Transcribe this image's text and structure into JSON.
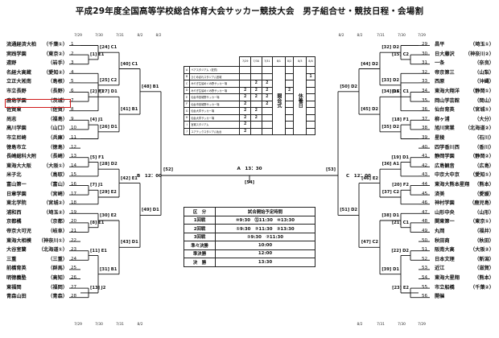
{
  "title": "平成29年度全国高等学校総合体育大会サッカー競技大会　男子組合せ・競技日程・会場割",
  "dates_top_left": [
    "7/29",
    "7/30",
    "7/31",
    "8/2",
    "8/2"
  ],
  "dates_top_right": [
    "8/2",
    "8/2",
    "7/31",
    "7/30",
    "7/29"
  ],
  "dates_bottom_left": [
    "7/29",
    "7/30",
    "7/31",
    "8/2"
  ],
  "dates_bottom_right": [
    "8/2",
    "7/31",
    "7/30",
    "7/29"
  ],
  "left_teams": [
    {
      "n": "1",
      "team": "流通経済大柏",
      "pref": "（千葉①）"
    },
    {
      "n": "2",
      "team": "実践学園",
      "pref": "（東京②）"
    },
    {
      "n": "3",
      "team": "遠野",
      "pref": "（岩手）"
    },
    {
      "n": "4",
      "team": "名経大高蔵",
      "pref": "（愛知②）"
    },
    {
      "n": "5",
      "team": "立正大淞南",
      "pref": "（島根）"
    },
    {
      "n": "6",
      "team": "市立長野",
      "pref": "（長野）"
    },
    {
      "n": "7",
      "team": "鹿島学園",
      "pref": "（茨城）"
    },
    {
      "n": "8",
      "team": "佐賀東",
      "pref": "（佐賀）"
    },
    {
      "n": "9",
      "team": "尚志",
      "pref": "（福島）"
    },
    {
      "n": "10",
      "team": "高川学園",
      "pref": "（山口）"
    },
    {
      "n": "11",
      "team": "市立尼崎",
      "pref": "（兵庫）"
    },
    {
      "n": "12",
      "team": "徳島市立",
      "pref": "（徳島）"
    },
    {
      "n": "13",
      "team": "長崎総科大附",
      "pref": "（長崎）"
    },
    {
      "n": "14",
      "team": "東海大大阪",
      "pref": "（大阪①）"
    },
    {
      "n": "15",
      "team": "米子北",
      "pref": "（鳥取）"
    },
    {
      "n": "16",
      "team": "富山第一",
      "pref": "（富山）"
    },
    {
      "n": "17",
      "team": "日章学園",
      "pref": "（宮崎）"
    },
    {
      "n": "18",
      "team": "東北学院",
      "pref": "（宮城②）"
    },
    {
      "n": "19",
      "team": "浦和西",
      "pref": "（埼玉②）"
    },
    {
      "n": "20",
      "team": "京都橘",
      "pref": "（京都）"
    },
    {
      "n": "21",
      "team": "帝京大可児",
      "pref": "（岐阜）"
    },
    {
      "n": "22",
      "team": "東海大相模",
      "pref": "（神奈川①）"
    },
    {
      "n": "23",
      "team": "大谷室蘭",
      "pref": "（北海道①）"
    },
    {
      "n": "24",
      "team": "三重",
      "pref": "（三重）"
    },
    {
      "n": "25",
      "team": "前橋育英",
      "pref": "（群馬）"
    },
    {
      "n": "26",
      "team": "明徳義塾",
      "pref": "（高知）"
    },
    {
      "n": "27",
      "team": "東福岡",
      "pref": "（福岡）"
    },
    {
      "n": "28",
      "team": "青森山田",
      "pref": "（青森）"
    }
  ],
  "right_teams": [
    {
      "n": "29",
      "team": "昌平",
      "pref": "（埼玉①）"
    },
    {
      "n": "30",
      "team": "日大藤沢",
      "pref": "（神奈川②）"
    },
    {
      "n": "31",
      "team": "一条",
      "pref": "（奈良）"
    },
    {
      "n": "32",
      "team": "帝京第三",
      "pref": "（山梨）"
    },
    {
      "n": "33",
      "team": "西原",
      "pref": "（沖縄）"
    },
    {
      "n": "34",
      "team": "東海大翔洋",
      "pref": "（静岡①）"
    },
    {
      "n": "35",
      "team": "岡山学芸館",
      "pref": "（岡山）"
    },
    {
      "n": "36",
      "team": "仙台育英",
      "pref": "（宮城①）"
    },
    {
      "n": "37",
      "team": "柳ヶ浦",
      "pref": "（大分）"
    },
    {
      "n": "38",
      "team": "旭川実業",
      "pref": "（北海道②）"
    },
    {
      "n": "39",
      "team": "星稜",
      "pref": "（石川）"
    },
    {
      "n": "40",
      "team": "四学香川西",
      "pref": "（香川）"
    },
    {
      "n": "41",
      "team": "静岡学園",
      "pref": "（静岡②）"
    },
    {
      "n": "42",
      "team": "広島観音",
      "pref": "（広島）"
    },
    {
      "n": "43",
      "team": "中京大中京",
      "pref": "（愛知①）"
    },
    {
      "n": "44",
      "team": "東海大熊本星翔",
      "pref": "（熊本）"
    },
    {
      "n": "45",
      "team": "済美",
      "pref": "（愛媛）"
    },
    {
      "n": "46",
      "team": "神村学園",
      "pref": "（鹿児島）"
    },
    {
      "n": "47",
      "team": "山形中央",
      "pref": "（山形）"
    },
    {
      "n": "48",
      "team": "関東第一",
      "pref": "（東京①）"
    },
    {
      "n": "49",
      "team": "丸岡",
      "pref": "（福井）"
    },
    {
      "n": "50",
      "team": "秋田商",
      "pref": "（秋田）"
    },
    {
      "n": "51",
      "team": "阪南大高",
      "pref": "（大阪②）"
    },
    {
      "n": "52",
      "team": "日本文理",
      "pref": "（新潟）"
    },
    {
      "n": "53",
      "team": "近江",
      "pref": "（滋賀）"
    },
    {
      "n": "54",
      "team": "東海大星翔",
      "pref": "（熊本）"
    },
    {
      "n": "55",
      "team": "市立船橋",
      "pref": "（千葉②）"
    },
    {
      "n": "56",
      "team": "開催",
      "pref": ""
    }
  ],
  "left_labels": {
    "r1": [
      "[1] E1",
      "[2] F1",
      "[4] J1",
      "[5] F1",
      "[7] J1",
      "[8] E1",
      "[11] E1",
      "[13] J2"
    ],
    "r2": [
      "[24] C1",
      "[25] C2",
      "[27] D1",
      "[26] D1",
      "[28] D2",
      "[29] E2",
      "[30] E2",
      "[31] B1"
    ],
    "r3": [
      "[40] C1",
      "[41] B1",
      "[42] E1",
      "[43] D1"
    ],
    "r4": [
      "[48] B1",
      "[49] D1"
    ]
  },
  "right_labels": {
    "r1": [
      "[15] C2",
      "[16] C1",
      "[18] F1",
      "[19] D1",
      "[20] F2",
      "[21] C1",
      "[22] D2",
      "[23] E2"
    ],
    "r2": [
      "[32] D2",
      "[33] D2",
      "[34] D1",
      "[35] D2",
      "[36] A1",
      "[37] C2",
      "[38] D1",
      "[39] D1"
    ],
    "r3": [
      "[44] D2",
      "[45] D2",
      "[46] E2",
      "[47] C2"
    ],
    "r4": [
      "[50] D2",
      "[51] D2"
    ]
  },
  "center": {
    "sf_left": "[52]",
    "sf_right": "[53]",
    "final_no": "[54]",
    "final_time": "A　13：30",
    "b_time": "B　12：00",
    "c_time": "C　12：00"
  },
  "venue_table": {
    "headers": [
      "7/29",
      "7/30",
      "7/31",
      "8/1",
      "8/2",
      "8/3",
      "8/4"
    ],
    "mark_kai": "開会式",
    "mark_kyu": "休養日",
    "rows": [
      {
        "code": "A",
        "name": "ベアスタジアム（佐賀）",
        "s": [
          "",
          "",
          "",
          "",
          "",
          "",
          ""
        ]
      },
      {
        "code": "B",
        "name": "ひとめぼれスタジアム宮城",
        "s": [
          "",
          "",
          "",
          "",
          "",
          "",
          "1"
        ]
      },
      {
        "code": "C",
        "name": "みやぎ生協めぐみ野サッカー場",
        "s": [
          "",
          "2",
          "2",
          "2",
          "",
          "1",
          ""
        ]
      },
      {
        "code": "D",
        "name": "みやぎ生協めぐみ野サッカー場",
        "s": [
          "2",
          "2",
          "2",
          "",
          "2",
          "",
          ""
        ]
      },
      {
        "code": "E",
        "name": "仙台市宮城野サッカー場",
        "s": [
          "2",
          "2",
          "2",
          "",
          "",
          "",
          ""
        ]
      },
      {
        "code": "F",
        "name": "仙台市宮城野サッカー場",
        "s": [
          "2",
          "",
          "2",
          "",
          "",
          "",
          ""
        ]
      },
      {
        "code": "G",
        "name": "仙台大学サッカー場",
        "s": [
          "2",
          "2",
          "",
          "",
          "",
          "",
          ""
        ]
      },
      {
        "code": "H",
        "name": "仙台大学サッカー場",
        "s": [
          "2",
          "2",
          "",
          "",
          "",
          "",
          ""
        ]
      },
      {
        "code": "I",
        "name": "宮城スタジアム",
        "s": [
          "2",
          "",
          "",
          "",
          "",
          "",
          ""
        ]
      },
      {
        "code": "J",
        "name": "ユアテックスタジアム仙台",
        "s": [
          "2",
          "",
          "",
          "",
          "",
          "",
          ""
        ]
      }
    ]
  },
  "schedule_table": {
    "header": [
      "区　分",
      "試合開始予定時間"
    ],
    "rows": [
      [
        "1回戦",
        "⑩9:30　⑫11:30　⑩13:30"
      ],
      [
        "2回戦",
        "①9:30　②11:30　③13:30"
      ],
      [
        "3回戦",
        "①9:30　②11:30"
      ],
      [
        "準々決勝",
        "10:00"
      ],
      [
        "準決勝",
        "12:00"
      ],
      [
        "決　勝",
        "13:30"
      ]
    ]
  },
  "colors": {
    "highlight": "#d01818",
    "line": "#111111"
  }
}
